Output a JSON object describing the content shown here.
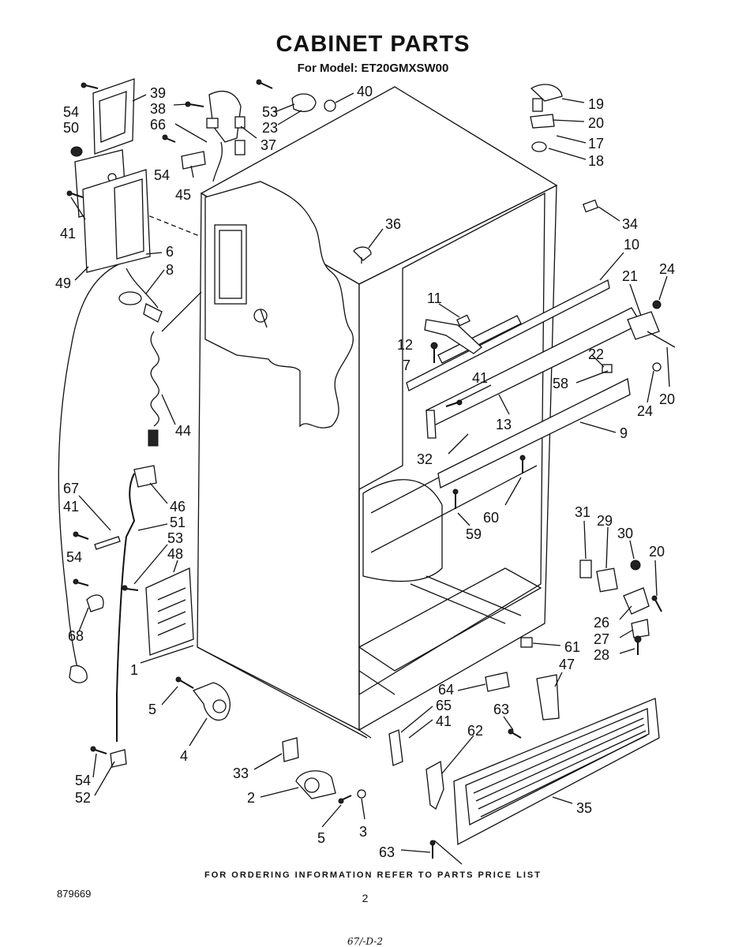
{
  "header": {
    "title": "CABINET PARTS",
    "model_line": "For Model: ET20GMXSW00"
  },
  "footer": {
    "ordering_note": "FOR ORDERING INFORMATION REFER TO PARTS PRICE LIST",
    "document_number": "879669",
    "page_number": "2",
    "handwritten_note": "67/-D-2"
  },
  "callouts": [
    "54",
    "39",
    "50",
    "38",
    "66",
    "54",
    "45",
    "41",
    "6",
    "49",
    "8",
    "44",
    "53",
    "23",
    "37",
    "40",
    "19",
    "20",
    "17",
    "18",
    "34",
    "36",
    "10",
    "21",
    "24",
    "11",
    "12",
    "7",
    "41",
    "58",
    "22",
    "24",
    "20",
    "13",
    "9",
    "32",
    "60",
    "59",
    "67",
    "41",
    "46",
    "51",
    "53",
    "48",
    "54",
    "68",
    "1",
    "31",
    "29",
    "30",
    "20",
    "26",
    "27",
    "28",
    "61",
    "47",
    "5",
    "4",
    "33",
    "2",
    "5",
    "3",
    "64",
    "65",
    "41",
    "63",
    "62",
    "35",
    "63",
    "54",
    "52"
  ]
}
